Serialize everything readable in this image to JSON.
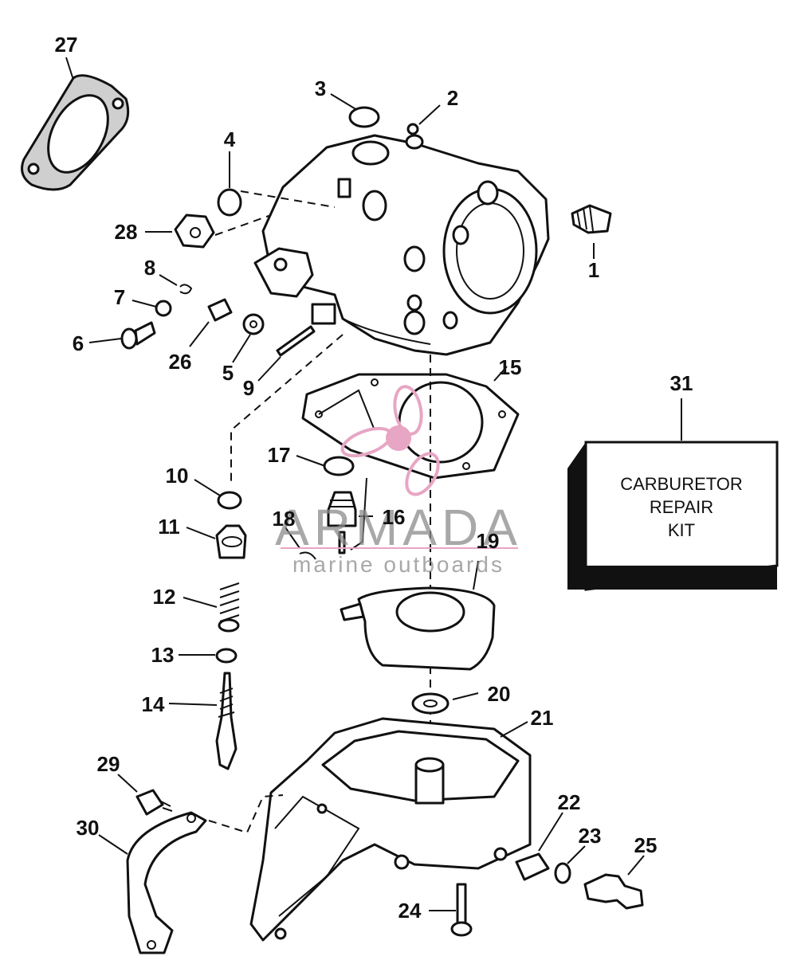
{
  "diagram": {
    "callouts": [
      {
        "id": "label-1",
        "text": "1"
      },
      {
        "id": "label-2",
        "text": "2"
      },
      {
        "id": "label-3",
        "text": "3"
      },
      {
        "id": "label-4",
        "text": "4"
      },
      {
        "id": "label-5",
        "text": "5"
      },
      {
        "id": "label-6",
        "text": "6"
      },
      {
        "id": "label-7",
        "text": "7"
      },
      {
        "id": "label-8",
        "text": "8"
      },
      {
        "id": "label-9",
        "text": "9"
      },
      {
        "id": "label-10",
        "text": "10"
      },
      {
        "id": "label-11",
        "text": "11"
      },
      {
        "id": "label-12",
        "text": "12"
      },
      {
        "id": "label-13",
        "text": "13"
      },
      {
        "id": "label-14",
        "text": "14"
      },
      {
        "id": "label-15",
        "text": "15"
      },
      {
        "id": "label-16",
        "text": "16"
      },
      {
        "id": "label-17",
        "text": "17"
      },
      {
        "id": "label-18",
        "text": "18"
      },
      {
        "id": "label-19",
        "text": "19"
      },
      {
        "id": "label-20",
        "text": "20"
      },
      {
        "id": "label-21",
        "text": "21"
      },
      {
        "id": "label-22",
        "text": "22"
      },
      {
        "id": "label-23",
        "text": "23"
      },
      {
        "id": "label-24",
        "text": "24"
      },
      {
        "id": "label-25",
        "text": "25"
      },
      {
        "id": "label-26",
        "text": "26"
      },
      {
        "id": "label-27",
        "text": "27"
      },
      {
        "id": "label-28",
        "text": "28"
      },
      {
        "id": "label-29",
        "text": "29"
      },
      {
        "id": "label-30",
        "text": "30"
      },
      {
        "id": "label-31",
        "text": "31"
      }
    ],
    "kit_box": {
      "line1": "CARBURETOR",
      "line2": "REPAIR",
      "line3": "KIT"
    }
  },
  "watermark": {
    "brand": "ARMADA",
    "tagline": "marine outboards",
    "accent_color": "#e7a6c4"
  }
}
